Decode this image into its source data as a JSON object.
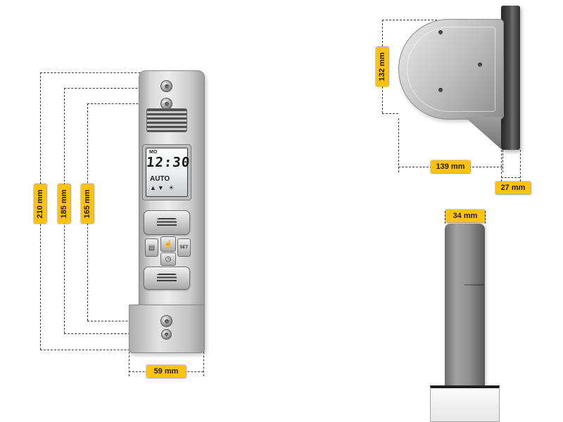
{
  "labels": {
    "front_overall_height": "210 mm",
    "front_outer_holes": "185 mm",
    "front_inner_holes": "165 mm",
    "front_width": "59 mm",
    "side_height": "132 mm",
    "side_depth": "139 mm",
    "side_plate_depth": "27 mm",
    "top_width": "34 mm"
  },
  "device": {
    "display": {
      "day": "MO",
      "time": "12:30",
      "mode": "AUTO",
      "arrows": "▲▼",
      "sun_icon": "☀"
    },
    "buttons": {
      "set": "SET",
      "program_icon": "▤",
      "manual_icon": "☝",
      "clock_icon": "◷"
    }
  },
  "colors": {
    "dimension_label_bg": "#ffc20e",
    "dimension_label_text": "#1c1c1c"
  }
}
